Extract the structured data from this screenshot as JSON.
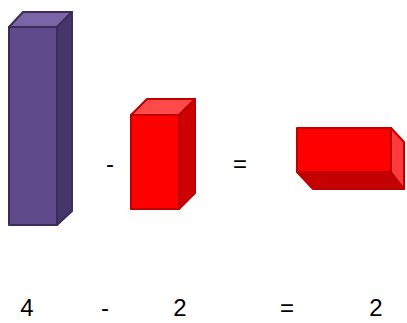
{
  "diagram": {
    "labels": [
      "-",
      "=",
      "4",
      "-",
      "2",
      "=",
      "2"
    ]
  }
}
